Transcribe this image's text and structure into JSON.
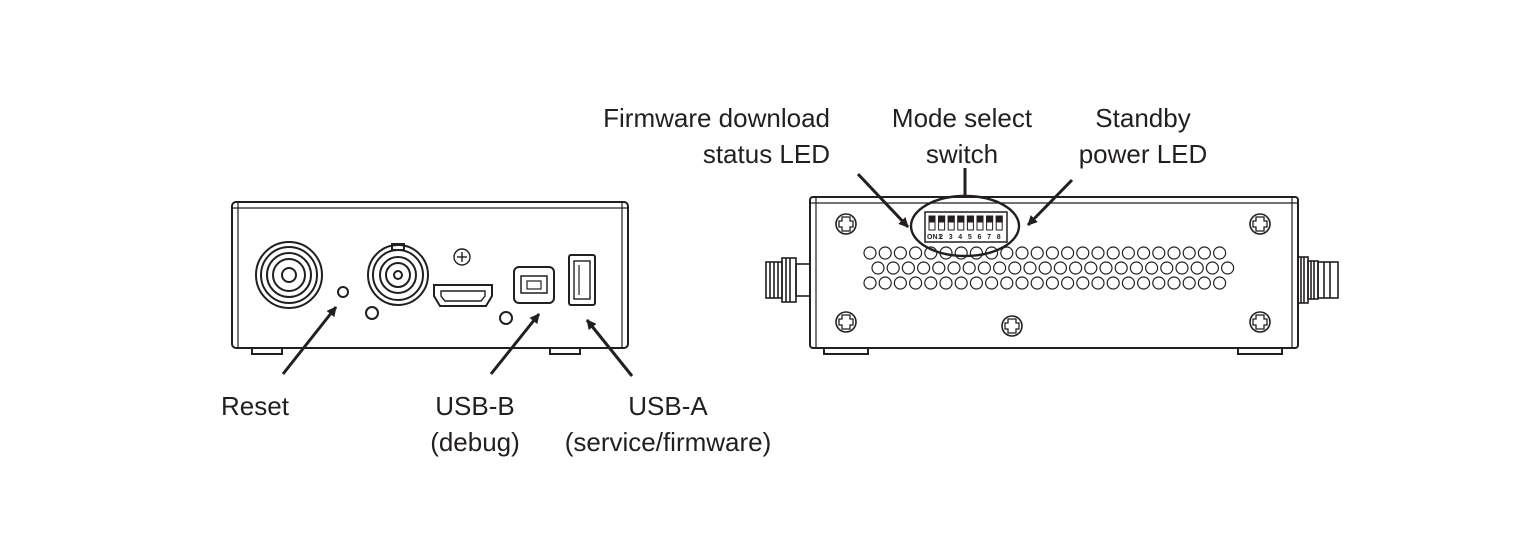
{
  "labels": {
    "reset": "Reset",
    "usb_b": [
      "USB-B",
      "(debug)"
    ],
    "usb_a": [
      "USB-A",
      "(service/firmware)"
    ],
    "firmware_led": [
      "Firmware download",
      "status LED"
    ],
    "mode_switch": [
      "Mode select",
      "switch"
    ],
    "standby_led": [
      "Standby",
      "power LED"
    ]
  },
  "dip_switch": {
    "on_label": "ON",
    "numbers": [
      "1",
      "2",
      "3",
      "4",
      "5",
      "6",
      "7",
      "8"
    ]
  },
  "colors": {
    "line": "#231f20",
    "background": "#ffffff"
  }
}
